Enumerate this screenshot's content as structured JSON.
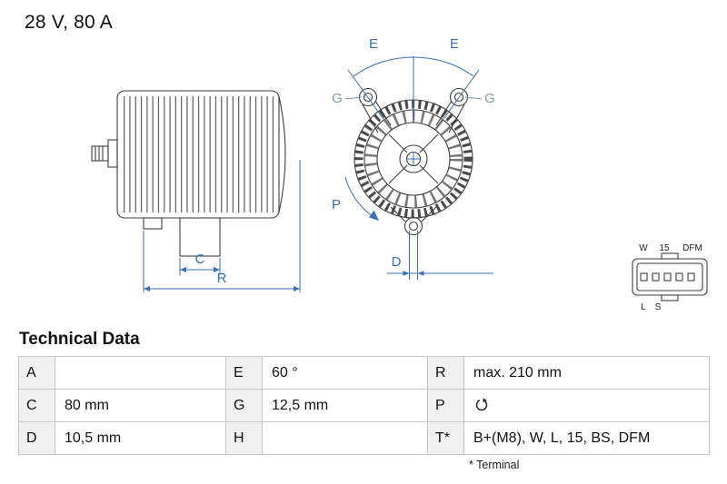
{
  "title": "28 V, 80 A",
  "diagram": {
    "side_view": {
      "dim_c": "C",
      "dim_r": "R"
    },
    "front_view": {
      "dim_e_left": "E",
      "dim_e_right": "E",
      "dim_g_left": "G",
      "dim_g_right": "G",
      "dim_p": "P",
      "dim_d": "D"
    },
    "connector": {
      "pin_w": "W",
      "pin_15": "15",
      "pin_dfm": "DFM",
      "pin_l": "L",
      "pin_s": "S"
    }
  },
  "technical_data": {
    "heading": "Technical Data",
    "rows": [
      [
        {
          "key": "A",
          "value": ""
        },
        {
          "key": "E",
          "value": "60 °"
        },
        {
          "key": "R",
          "value": "max. 210 mm"
        }
      ],
      [
        {
          "key": "C",
          "value": "80 mm"
        },
        {
          "key": "G",
          "value": "12,5 mm"
        },
        {
          "key": "P",
          "value": "",
          "icon": "rotation-cw-icon"
        }
      ],
      [
        {
          "key": "D",
          "value": "10,5 mm"
        },
        {
          "key": "H",
          "value": ""
        },
        {
          "key": "T*",
          "value": "B+(M8), W, L, 15, BS, DFM"
        }
      ]
    ],
    "footnote": "* Terminal"
  },
  "colors": {
    "dimension_blue": "#3a6fb5",
    "dimension_gray": "#8296ad",
    "drawing_line": "#3f3f3f",
    "table_border": "#c6c6c6",
    "key_cell_bg": "#f0f0f0"
  }
}
